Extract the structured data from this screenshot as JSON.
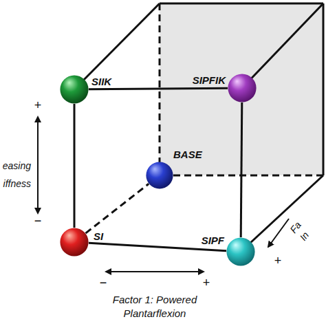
{
  "diagram": {
    "nodes": [
      {
        "text": [
          "SIIK"
        ]
      },
      {
        "text": [
          "SIPFIK"
        ]
      },
      {
        "text": [
          "BASE"
        ]
      },
      {
        "text": [
          "SI"
        ]
      },
      {
        "text": [
          "SIPF"
        ]
      }
    ],
    "edges": [
      {
        "from": 0,
        "to": 1,
        "arrow": "none"
      },
      {
        "from": 0,
        "to": 3,
        "arrow": "none"
      },
      {
        "from": 3,
        "to": 4,
        "arrow": "none"
      },
      {
        "from": 1,
        "to": 4,
        "arrow": "none"
      },
      {
        "from": 3,
        "to": 2,
        "arrow": "none"
      }
    ],
    "labels": [
      "+",
      "easing iffness",
      "−",
      "Fa In",
      "+",
      "−",
      "+",
      "Factor 1: Powered Plantarflexion"
    ]
  }
}
